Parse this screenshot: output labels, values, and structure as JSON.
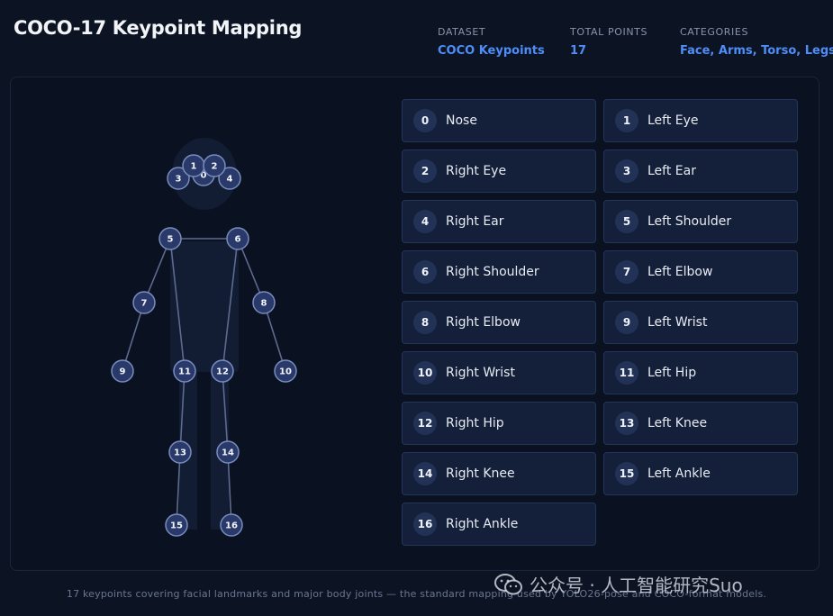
{
  "header": {
    "title": "COCO-17 Keypoint Mapping",
    "stats": [
      {
        "label": "DATASET",
        "value": "COCO Keypoints"
      },
      {
        "label": "TOTAL POINTS",
        "value": "17"
      },
      {
        "label": "CATEGORIES",
        "value": "Face, Arms, Torso, Legs"
      }
    ]
  },
  "keypoints": [
    {
      "id": "0",
      "name": "Nose"
    },
    {
      "id": "1",
      "name": "Left Eye"
    },
    {
      "id": "2",
      "name": "Right Eye"
    },
    {
      "id": "3",
      "name": "Left Ear"
    },
    {
      "id": "4",
      "name": "Right Ear"
    },
    {
      "id": "5",
      "name": "Left Shoulder"
    },
    {
      "id": "6",
      "name": "Right Shoulder"
    },
    {
      "id": "7",
      "name": "Left Elbow"
    },
    {
      "id": "8",
      "name": "Right Elbow"
    },
    {
      "id": "9",
      "name": "Left Wrist"
    },
    {
      "id": "10",
      "name": "Right Wrist"
    },
    {
      "id": "11",
      "name": "Left Hip"
    },
    {
      "id": "12",
      "name": "Right Hip"
    },
    {
      "id": "13",
      "name": "Left Knee"
    },
    {
      "id": "14",
      "name": "Right Knee"
    },
    {
      "id": "15",
      "name": "Left Ankle"
    },
    {
      "id": "16",
      "name": "Right Ankle"
    }
  ],
  "skeleton_edges": [
    [
      5,
      6
    ],
    [
      5,
      7
    ],
    [
      7,
      9
    ],
    [
      6,
      8
    ],
    [
      8,
      10
    ],
    [
      5,
      11
    ],
    [
      6,
      12
    ],
    [
      11,
      13
    ],
    [
      13,
      15
    ],
    [
      12,
      14
    ],
    [
      14,
      16
    ]
  ],
  "caption": "17 keypoints covering facial landmarks and major body joints — the standard mapping used by YOLO26-pose and COCO-format models.",
  "watermark": "公众号 · 人工智能研究Suo",
  "colors": {
    "accent": "#4f8df7",
    "node_fill": "#28396a",
    "node_stroke": "#7a8cbd",
    "card_bg": "#142039"
  }
}
